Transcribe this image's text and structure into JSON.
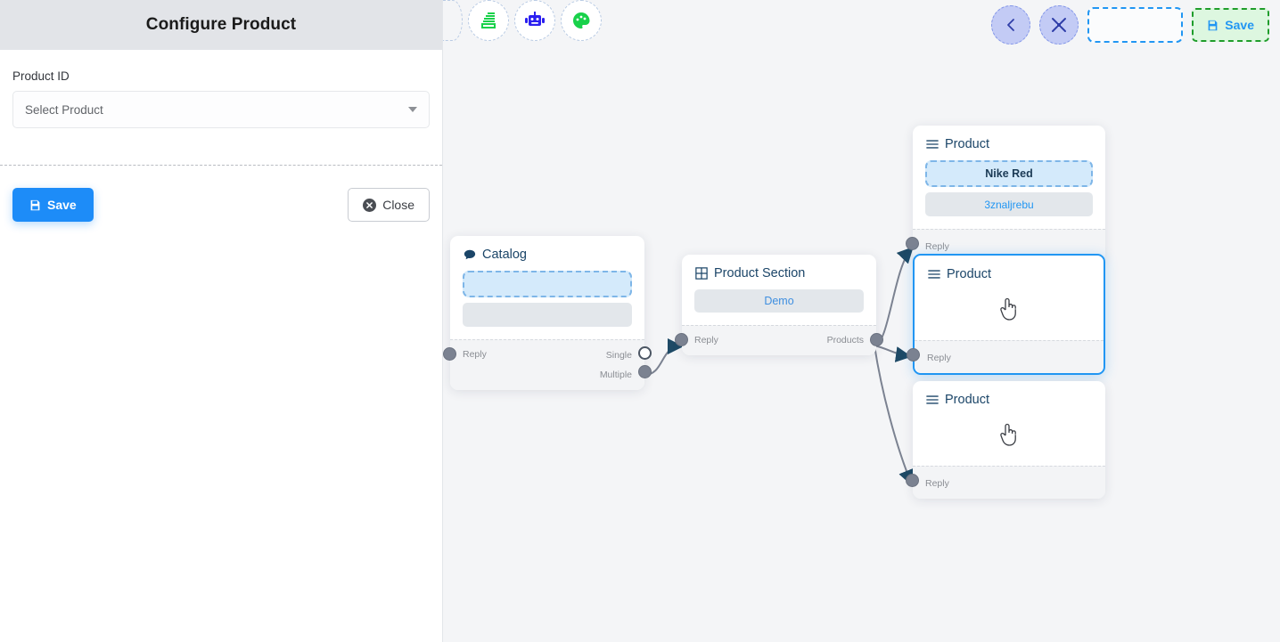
{
  "panel": {
    "title": "Configure Product",
    "field_label": "Product ID",
    "select_placeholder": "Select Product",
    "save_label": "Save",
    "close_label": "Close"
  },
  "toolbar": {
    "left_tools": [
      {
        "name": "stack-icon",
        "color": "#18d14a"
      },
      {
        "name": "bot-icon",
        "color": "#2b1ff0"
      },
      {
        "name": "palette-icon",
        "color": "#18d14a"
      }
    ],
    "back_label": "←",
    "collapse_label": "collapse-icon",
    "save_label": "Save"
  },
  "nodes": {
    "catalog": {
      "title": "Catalog",
      "icon": "chat-bubble-icon",
      "slot_dashed": "",
      "slot_gray": "",
      "port_reply": "Reply",
      "port_single": "Single",
      "port_multiple": "Multiple"
    },
    "product_section": {
      "title": "Product Section",
      "icon": "grid-icon",
      "slot_demo": "Demo",
      "port_reply": "Reply",
      "port_products": "Products"
    },
    "product_1": {
      "title": "Product",
      "icon": "list-icon",
      "slot_dashed": "Nike Red",
      "slot_gray": "3znaljrebu",
      "port_reply": "Reply"
    },
    "product_2": {
      "title": "Product",
      "icon": "list-icon",
      "port_reply": "Reply",
      "selected": true
    },
    "product_3": {
      "title": "Product",
      "icon": "list-icon",
      "port_reply": "Reply"
    }
  },
  "colors": {
    "canvas": "#f4f5f7",
    "accent": "#2196f3",
    "node_title": "#1b4568",
    "save_green_bg": "#ddf7e0",
    "save_green_border": "#1f9d2b",
    "nav_circle": "#c3cbf5"
  }
}
